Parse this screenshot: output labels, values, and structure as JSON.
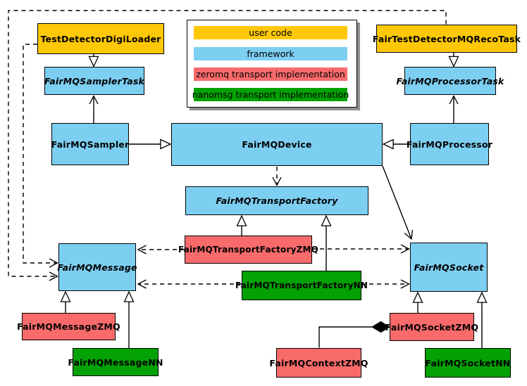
{
  "diagram_type": "UML class diagram",
  "legend": {
    "items": [
      {
        "label": "user code",
        "color": "#FFC806",
        "category": "user-code"
      },
      {
        "label": "framework",
        "color": "#7DCFF2",
        "category": "framework"
      },
      {
        "label": "zeromq transport implementation",
        "color": "#F96B6B",
        "category": "zeromq"
      },
      {
        "label": "nanomsg transport implementation",
        "color": "#03A103",
        "category": "nanomsg"
      }
    ]
  },
  "nodes": {
    "testDetectorDigiLoader": {
      "label": "TestDetectorDigiLoader",
      "category": "user code",
      "abstract": false
    },
    "fairTestDetectorMQRecoTask": {
      "label": "FairTestDetectorMQRecoTask",
      "category": "user code",
      "abstract": false
    },
    "fairMQSamplerTask": {
      "label": "FairMQSamplerTask",
      "category": "framework",
      "abstract": true
    },
    "fairMQProcessorTask": {
      "label": "FairMQProcessorTask",
      "category": "framework",
      "abstract": true
    },
    "fairMQSampler": {
      "label": "FairMQSampler",
      "category": "framework",
      "abstract": false
    },
    "fairMQDevice": {
      "label": "FairMQDevice",
      "category": "framework",
      "abstract": false
    },
    "fairMQProcessor": {
      "label": "FairMQProcessor",
      "category": "framework",
      "abstract": false
    },
    "fairMQTransportFactory": {
      "label": "FairMQTransportFactory",
      "category": "framework",
      "abstract": true
    },
    "fairMQTransportFactoryZMQ": {
      "label": "FairMQTransportFactoryZMQ",
      "category": "zeromq",
      "abstract": false
    },
    "fairMQTransportFactoryNN": {
      "label": "FairMQTransportFactoryNN",
      "category": "nanomsg",
      "abstract": false
    },
    "fairMQMessage": {
      "label": "FairMQMessage",
      "category": "framework",
      "abstract": true
    },
    "fairMQSocket": {
      "label": "FairMQSocket",
      "category": "framework",
      "abstract": true
    },
    "fairMQMessageZMQ": {
      "label": "FairMQMessageZMQ",
      "category": "zeromq",
      "abstract": false
    },
    "fairMQMessageNN": {
      "label": "FairMQMessageNN",
      "category": "nanomsg",
      "abstract": false
    },
    "fairMQSocketZMQ": {
      "label": "FairMQSocketZMQ",
      "category": "zeromq",
      "abstract": false
    },
    "fairMQSocketNN": {
      "label": "FairMQSocketNN",
      "category": "nanomsg",
      "abstract": false
    },
    "fairMQContextZMQ": {
      "label": "FairMQContextZMQ",
      "category": "zeromq",
      "abstract": false
    }
  },
  "edges": [
    {
      "from": "TestDetectorDigiLoader",
      "to": "FairMQSamplerTask",
      "type": "inheritance"
    },
    {
      "from": "FairTestDetectorMQRecoTask",
      "to": "FairMQProcessorTask",
      "type": "inheritance"
    },
    {
      "from": "FairMQSampler",
      "to": "FairMQDevice",
      "type": "inheritance"
    },
    {
      "from": "FairMQProcessor",
      "to": "FairMQDevice",
      "type": "inheritance"
    },
    {
      "from": "FairMQSampler",
      "to": "FairMQSamplerTask",
      "type": "association"
    },
    {
      "from": "FairMQProcessor",
      "to": "FairMQProcessorTask",
      "type": "association"
    },
    {
      "from": "FairMQDevice",
      "to": "FairMQTransportFactory",
      "type": "dependency"
    },
    {
      "from": "FairMQDevice",
      "to": "FairMQSocket",
      "type": "association"
    },
    {
      "from": "FairMQTransportFactoryZMQ",
      "to": "FairMQTransportFactory",
      "type": "inheritance"
    },
    {
      "from": "FairMQTransportFactoryNN",
      "to": "FairMQTransportFactory",
      "type": "inheritance"
    },
    {
      "from": "FairMQTransportFactoryZMQ",
      "to": "FairMQMessage",
      "type": "dependency"
    },
    {
      "from": "FairMQTransportFactoryZMQ",
      "to": "FairMQSocket",
      "type": "dependency"
    },
    {
      "from": "FairMQTransportFactoryNN",
      "to": "FairMQMessage",
      "type": "dependency"
    },
    {
      "from": "FairMQTransportFactoryNN",
      "to": "FairMQSocket",
      "type": "dependency"
    },
    {
      "from": "TestDetectorDigiLoader",
      "to": "FairMQMessage",
      "type": "dependency"
    },
    {
      "from": "FairTestDetectorMQRecoTask",
      "to": "FairMQMessage",
      "type": "dependency"
    },
    {
      "from": "FairMQMessageZMQ",
      "to": "FairMQMessage",
      "type": "inheritance"
    },
    {
      "from": "FairMQMessageNN",
      "to": "FairMQMessage",
      "type": "inheritance"
    },
    {
      "from": "FairMQSocketZMQ",
      "to": "FairMQSocket",
      "type": "inheritance"
    },
    {
      "from": "FairMQSocketNN",
      "to": "FairMQSocket",
      "type": "inheritance"
    },
    {
      "from": "FairMQSocketZMQ",
      "to": "FairMQContextZMQ",
      "type": "composition"
    }
  ]
}
